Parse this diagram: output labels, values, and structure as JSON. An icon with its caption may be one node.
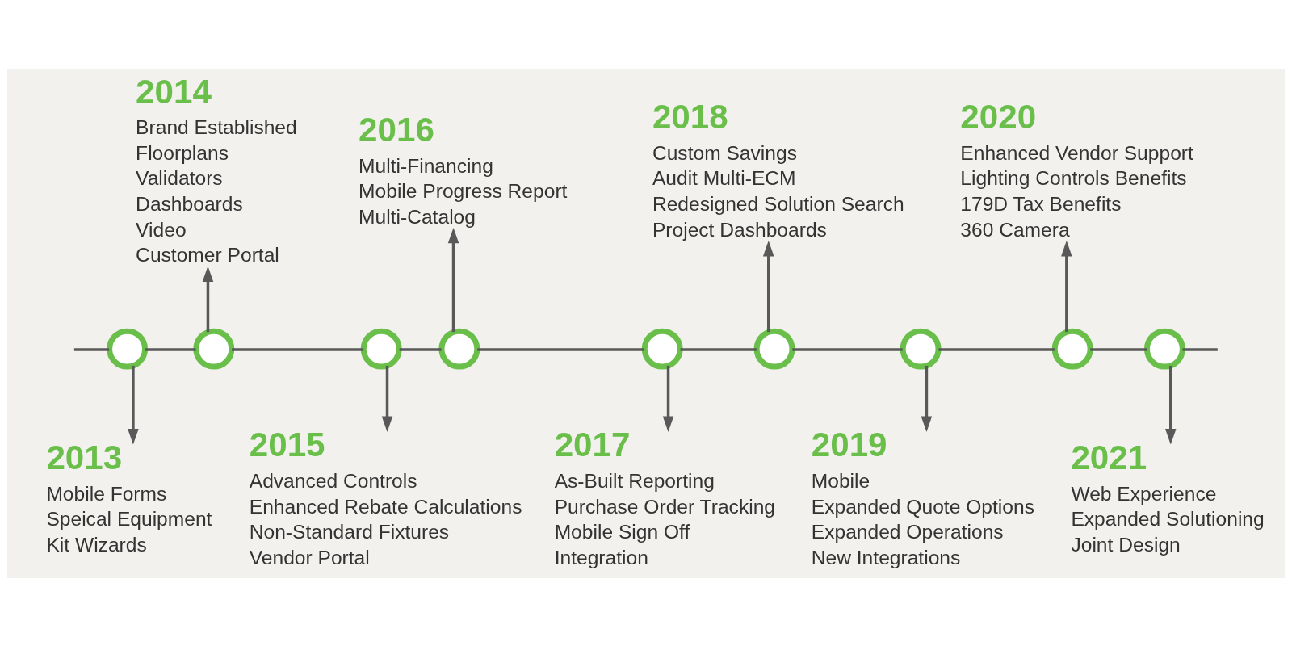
{
  "diagram": {
    "nodes": [
      {
        "text": [],
        "shape": "circle"
      },
      {
        "text": [],
        "shape": "circle"
      },
      {
        "text": [],
        "shape": "circle"
      },
      {
        "text": [],
        "shape": "circle"
      },
      {
        "text": [],
        "shape": "circle"
      },
      {
        "text": [],
        "shape": "circle"
      },
      {
        "text": [],
        "shape": "circle"
      },
      {
        "text": [],
        "shape": "circle"
      },
      {
        "text": [],
        "shape": "circle"
      },
      {
        "text": [
          "2013",
          "Mobile Forms",
          "Speical Equipment",
          "Kit Wizards"
        ]
      },
      {
        "text": [
          "2014",
          "Brand Established",
          "Floorplans",
          "Validators",
          "Dashboards",
          "Video",
          "Customer Portal"
        ]
      },
      {
        "text": [
          "2015",
          "Advanced Controls",
          "Enhanced Rebate Calculations",
          "Non-Standard Fixtures",
          "Vendor Portal"
        ]
      },
      {
        "text": [
          "2016",
          "Multi-Financing",
          "Mobile Progress Report",
          "Multi-Catalog"
        ]
      },
      {
        "text": [
          "2017",
          "As-Built Reporting",
          "Purchase Order Tracking",
          "Mobile Sign Off",
          "Integration"
        ]
      },
      {
        "text": [
          "2018",
          "Custom Savings",
          "Audit Multi-ECM",
          "Redesigned Solution Search",
          "Project Dashboards"
        ]
      },
      {
        "text": [
          "2019",
          "Mobile",
          "Expanded Quote Options",
          "Expanded Operations",
          "New Integrations"
        ]
      },
      {
        "text": [
          "2020",
          "Enhanced Vendor Support",
          "Lighting Controls Benefits",
          "179D Tax Benefits",
          "360 Camera"
        ]
      },
      {
        "text": [
          "2021",
          "Web Experience",
          "Expanded Solutioning",
          "Joint Design"
        ]
      }
    ],
    "edges": [
      {
        "from": null,
        "to": 0,
        "arrow": "none"
      },
      {
        "from": 0,
        "to": 1,
        "arrow": "none"
      },
      {
        "from": 1,
        "to": 2,
        "arrow": "none"
      },
      {
        "from": 2,
        "to": 3,
        "arrow": "none"
      },
      {
        "from": 3,
        "to": 4,
        "arrow": "none"
      },
      {
        "from": 4,
        "to": 5,
        "arrow": "none"
      },
      {
        "from": 5,
        "to": 6,
        "arrow": "none"
      },
      {
        "from": 6,
        "to": 7,
        "arrow": "none"
      },
      {
        "from": 7,
        "to": 8,
        "arrow": "none"
      },
      {
        "from": 8,
        "to": null,
        "arrow": "none"
      },
      {
        "from": 0,
        "to": 9,
        "arrow": "to"
      },
      {
        "from": 1,
        "to": 10,
        "arrow": "to"
      },
      {
        "from": 2,
        "to": 11,
        "arrow": "to"
      },
      {
        "from": 3,
        "to": 12,
        "arrow": "to"
      },
      {
        "from": 4,
        "to": 13,
        "arrow": "to"
      },
      {
        "from": 5,
        "to": 14,
        "arrow": "to"
      },
      {
        "from": 6,
        "to": 15,
        "arrow": "to"
      },
      {
        "from": 7,
        "to": 16,
        "arrow": "to"
      },
      {
        "from": 8,
        "to": 17,
        "arrow": "to"
      }
    ]
  }
}
